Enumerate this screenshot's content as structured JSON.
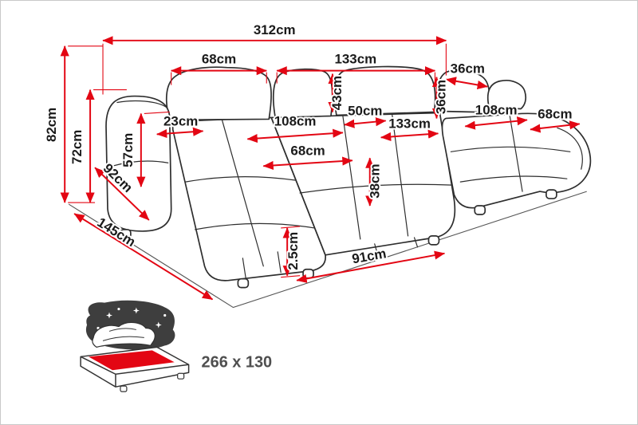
{
  "colors": {
    "dimension_red": "#e30613",
    "outline_black": "#2e2e2e",
    "label_text": "#1b1b1b",
    "size_text": "#4f4f4f",
    "icon_dark": "#3e3e3e"
  },
  "icons": {
    "sleeping_function": "bed-with-stars-icon"
  },
  "sofa_diagram": {
    "dimensions": {
      "total_width": "312cm",
      "back_module_left": "68cm",
      "back_module_mid": "133cm",
      "back_corner_top": "36cm",
      "height_total": "82cm",
      "height_back": "72cm",
      "height_arm": "57cm",
      "depth_side": "92cm",
      "arm_width": "23cm",
      "chaise_left_length": "108cm",
      "back_thickness": "43cm",
      "corner_seat": "50cm",
      "back_corner_side": "36cm",
      "module_right": "133cm",
      "chaise_right_length": "108cm",
      "chaise_right_width": "68cm",
      "seat_width": "68cm",
      "seat_height": "38cm",
      "leg_clearance": "2.5cm",
      "depth_total": "145cm",
      "front_width": "91cm"
    }
  },
  "sleeping_function": {
    "size_label": "266 x 130"
  }
}
